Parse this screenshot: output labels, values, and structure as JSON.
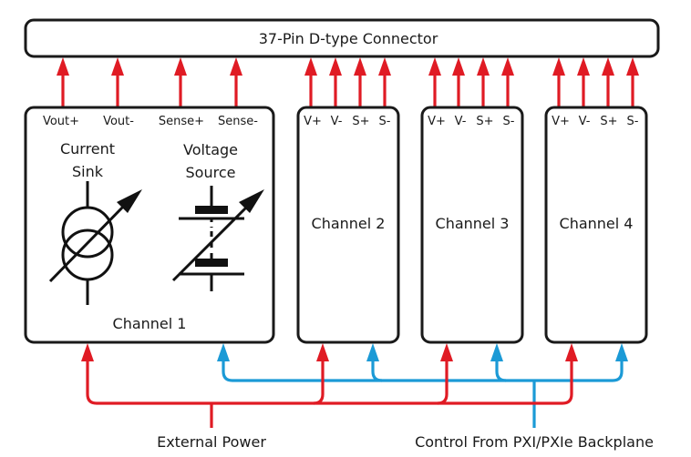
{
  "connector": {
    "label": "37-Pin D-type Connector"
  },
  "channels": [
    {
      "name": "Channel 1",
      "pins": [
        "Vout+",
        "Vout-",
        "Sense+",
        "Sense-"
      ],
      "blocks": [
        {
          "label_line1": "Current",
          "label_line2": "Sink",
          "icon": "variable-current-source-icon"
        },
        {
          "label_line1": "Voltage",
          "label_line2": "Source",
          "icon": "variable-voltage-source-icon"
        }
      ]
    },
    {
      "name": "Channel 2",
      "pins": [
        "V+",
        "V-",
        "S+",
        "S-"
      ]
    },
    {
      "name": "Channel 3",
      "pins": [
        "V+",
        "V-",
        "S+",
        "S-"
      ]
    },
    {
      "name": "Channel 4",
      "pins": [
        "V+",
        "V-",
        "S+",
        "S-"
      ]
    }
  ],
  "inputs": {
    "power": {
      "label": "External Power",
      "color": "#e01b24"
    },
    "control": {
      "label": "Control From PXI/PXIe Backplane",
      "color": "#1b9ad6"
    }
  },
  "colors": {
    "signal_out": "#e01b24",
    "power": "#e01b24",
    "control": "#1b9ad6",
    "outline": "#1a1a1a"
  }
}
